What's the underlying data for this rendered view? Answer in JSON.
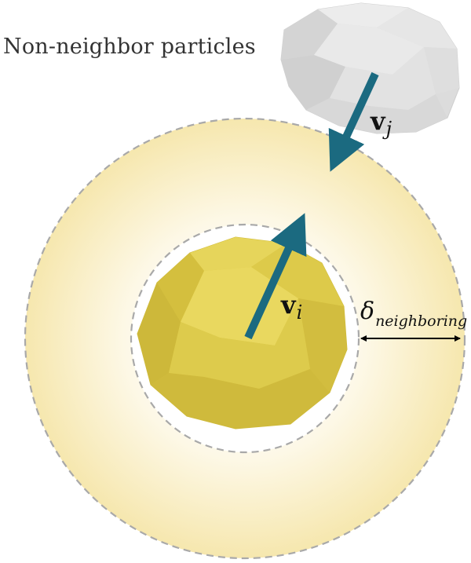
{
  "labels": {
    "non_neighbor_title": "Non-neighbor particles",
    "velocity_j": {
      "symbol": "v",
      "subscript": "j"
    },
    "velocity_i": {
      "symbol": "v",
      "subscript": "i"
    },
    "neighboring_distance": {
      "symbol": "δ",
      "subscript": "neighboring"
    }
  },
  "colors": {
    "particle_i": "#e0cd4e",
    "particle_j": "#e3e3e3",
    "neighbor_region": "#f6e7ae",
    "velocity_arrow": "#1b6a80",
    "boundary_dash": "#a9a9a9"
  }
}
